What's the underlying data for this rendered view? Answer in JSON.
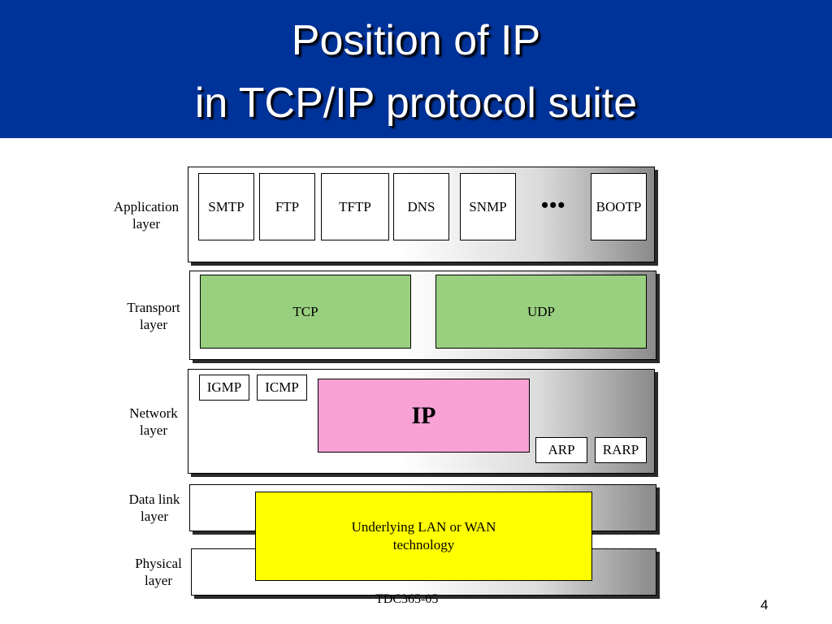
{
  "title": {
    "line1": "Position of IP",
    "line2": "in TCP/IP protocol suite"
  },
  "layers": {
    "application": {
      "label_line1": "Application",
      "label_line2": "layer"
    },
    "transport": {
      "label_line1": "Transport",
      "label_line2": "layer"
    },
    "network": {
      "label_line1": "Network",
      "label_line2": "layer"
    },
    "datalink": {
      "label_line1": "Data link",
      "label_line2": "layer"
    },
    "physical": {
      "label_line1": "Physical",
      "label_line2": "layer"
    }
  },
  "application_protocols": [
    "SMTP",
    "FTP",
    "TFTP",
    "DNS",
    "SNMP",
    "BOOTP"
  ],
  "ellipsis": "•••",
  "transport_protocols": [
    "TCP",
    "UDP"
  ],
  "network": {
    "igmp": "IGMP",
    "icmp": "ICMP",
    "ip": "IP",
    "arp": "ARP",
    "rarp": "RARP"
  },
  "underlying": {
    "line1": "Underlying LAN or WAN",
    "line2": "technology"
  },
  "footer": "TDC365-05",
  "page_number": "4",
  "colors": {
    "header_bg": "#003399",
    "transport_green": "#99d07f",
    "ip_pink": "#f7a1d4",
    "underlying_yellow": "#ffff00"
  }
}
